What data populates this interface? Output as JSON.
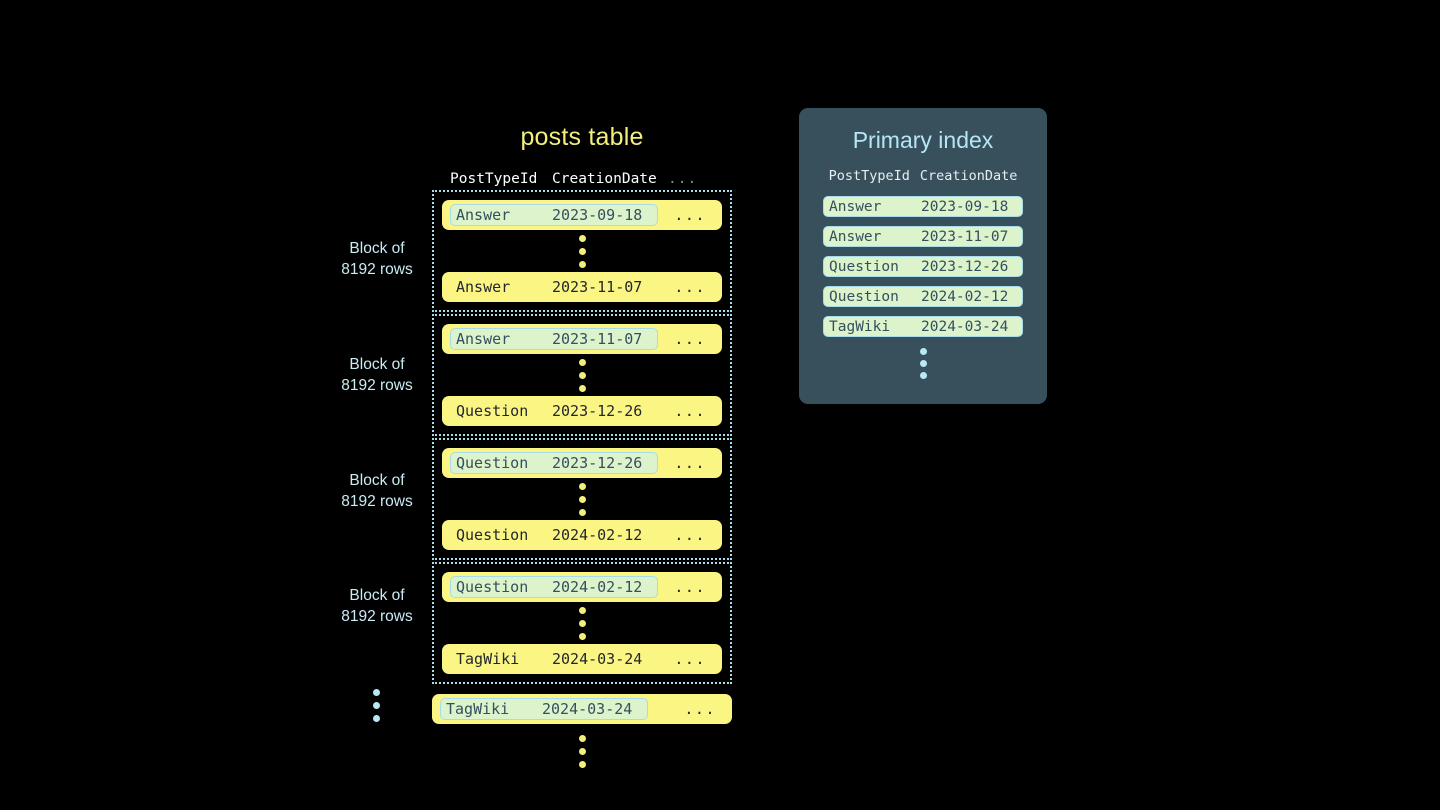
{
  "colors": {
    "background": "#000000",
    "table_title": "#f2f07a",
    "row_fill": "#fbf584",
    "row_text": "#23272b",
    "highlight_fill": "#ddf3cb",
    "highlight_border": "#a9dcea",
    "block_border": "#a9dcea",
    "block_label": "#c9ecf5",
    "panel_bg": "#37505c",
    "panel_title": "#b5e6f5",
    "yellow_dot": "#f3ef7b",
    "blue_dot": "#b9e8f5"
  },
  "posts_table": {
    "title": "posts table",
    "columns": {
      "post_type_id": "PostTypeId",
      "creation_date": "CreationDate",
      "more": "..."
    },
    "row_more": "...",
    "blocks": [
      {
        "label_line1": "Block of",
        "label_line2": "8192 rows",
        "first_row": {
          "type": "Answer",
          "date": "2023-09-18",
          "highlighted": true
        },
        "last_row": {
          "type": "Answer",
          "date": "2023-11-07",
          "highlighted": false
        }
      },
      {
        "label_line1": "Block of",
        "label_line2": "8192 rows",
        "first_row": {
          "type": "Answer",
          "date": "2023-11-07",
          "highlighted": true
        },
        "last_row": {
          "type": "Question",
          "date": "2023-12-26",
          "highlighted": false
        }
      },
      {
        "label_line1": "Block of",
        "label_line2": "8192 rows",
        "first_row": {
          "type": "Question",
          "date": "2023-12-26",
          "highlighted": true
        },
        "last_row": {
          "type": "Question",
          "date": "2024-02-12",
          "highlighted": false
        }
      },
      {
        "label_line1": "Block of",
        "label_line2": "8192 rows",
        "first_row": {
          "type": "Question",
          "date": "2024-02-12",
          "highlighted": true
        },
        "last_row": {
          "type": "TagWiki",
          "date": "2024-03-24",
          "highlighted": false
        }
      }
    ],
    "trailing_row": {
      "type": "TagWiki",
      "date": "2024-03-24",
      "highlighted": true
    }
  },
  "primary_index": {
    "title": "Primary index",
    "columns": {
      "post_type_id": "PostTypeId",
      "creation_date": "CreationDate"
    },
    "rows": [
      {
        "type": "Answer",
        "date": "2023-09-18"
      },
      {
        "type": "Answer",
        "date": "2023-11-07"
      },
      {
        "type": "Question",
        "date": "2023-12-26"
      },
      {
        "type": "Question",
        "date": "2024-02-12"
      },
      {
        "type": "TagWiki",
        "date": "2024-03-24"
      }
    ]
  }
}
